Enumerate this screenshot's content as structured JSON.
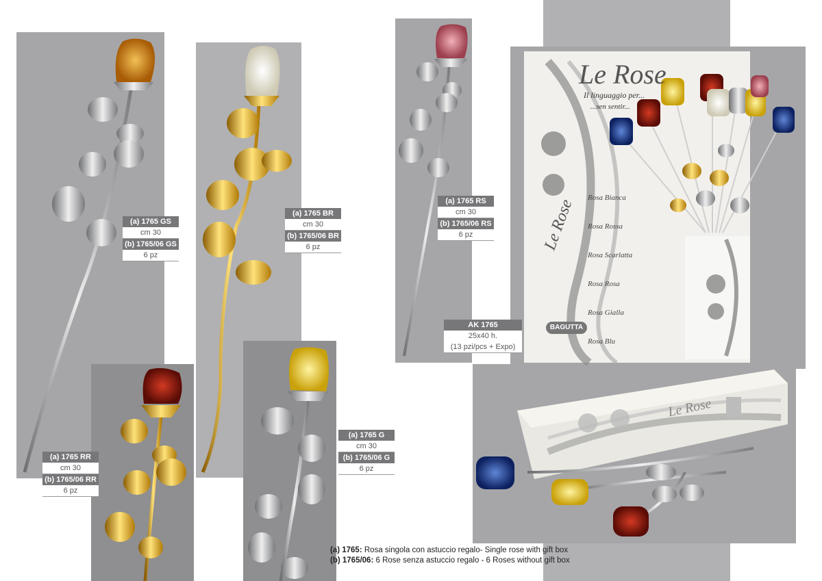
{
  "products": [
    {
      "lines": [
        "(a) 1765 GS",
        "cm 30",
        "(b) 1765/06 GS",
        "6 pz"
      ]
    },
    {
      "lines": [
        "(a) 1765 BR",
        "cm 30",
        "(b) 1765/06 BR",
        "6 pz"
      ]
    },
    {
      "lines": [
        "(a) 1765 RS",
        "cm 30",
        "(b) 1765/06 RS",
        "6 pz"
      ]
    },
    {
      "lines": [
        "(a) 1765 RR",
        "cm 30",
        "(b) 1765/06 RR",
        "6 pz"
      ]
    },
    {
      "lines": [
        "(a) 1765 G",
        "cm 30",
        "(b) 1765/06 G",
        "6 pz"
      ]
    }
  ],
  "display": {
    "code": "AK 1765",
    "size": "25x40 h.",
    "pieces": "(13 pzi/pcs + Expo)",
    "card_title": "Le Rose",
    "card_subtitle1": "Il linguaggio per...",
    "card_subtitle2": "...sen sentir...",
    "card_vertical": "Le Rose",
    "card_brand": "BAGUTTA",
    "card_colors": [
      "Rosa Bianca",
      "Rosa Rossa",
      "Rosa Scarlatta",
      "Rosa Rosa",
      "Rosa Gialla",
      "Rosa Blu"
    ]
  },
  "giftbox": {
    "title": "Le Rose"
  },
  "caption": {
    "a_code": "(a)  1765:",
    "a_text": " Rosa singola con astuccio regalo- Single rose with gift box",
    "b_code": "(b) 1765/06:",
    "b_text": " 6 Rose senza astuccio regalo - 6 Roses without gift box"
  },
  "colors": {
    "panel": "#a6a6a8",
    "label_dark": "#77777a",
    "silver": "#c9cacc",
    "gold": "#d9a91a",
    "red": "#9a1a12",
    "orange": "#d48a17",
    "pink": "#c9707b",
    "blue": "#1f3f8a"
  }
}
